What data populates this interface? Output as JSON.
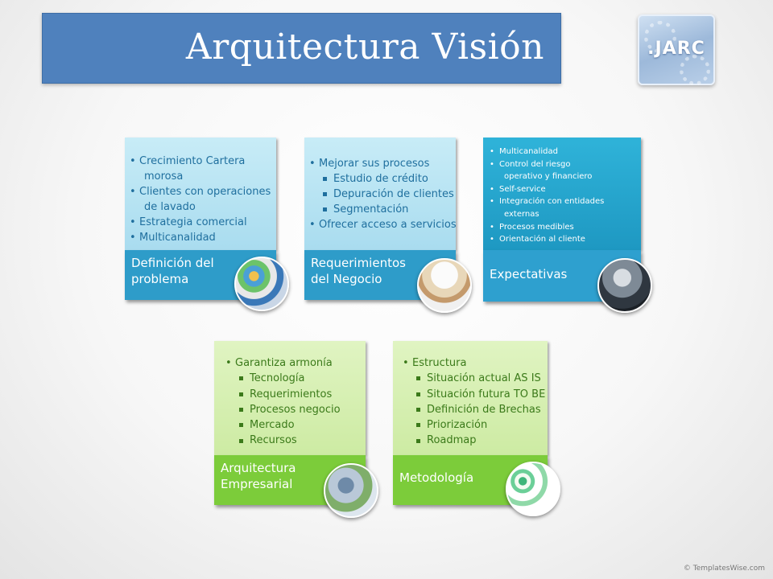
{
  "title": "Arquitectura Visión",
  "logo_text": ".JARC",
  "cards": [
    {
      "header": [
        "Definición del",
        "problema"
      ],
      "items": [
        {
          "level": 1,
          "text": "Crecimiento Cartera"
        },
        {
          "level": 0,
          "text": "morosa"
        },
        {
          "level": 1,
          "text": "Clientes con operaciones"
        },
        {
          "level": 0,
          "text": "de lavado"
        },
        {
          "level": 1,
          "text": "Estrategia comercial"
        },
        {
          "level": 1,
          "text": "Multicanalidad"
        }
      ]
    },
    {
      "header": [
        "Requerimientos",
        "del Negocio"
      ],
      "items": [
        {
          "level": 1,
          "text": "Mejorar sus procesos"
        },
        {
          "level": 2,
          "text": "Estudio de crédito"
        },
        {
          "level": 2,
          "text": "Depuración de clientes"
        },
        {
          "level": 2,
          "text": "Segmentación"
        },
        {
          "level": 1,
          "text": "Ofrecer acceso a servicios"
        }
      ]
    },
    {
      "header": [
        "Expectativas"
      ],
      "items": [
        {
          "level": 1,
          "text": "Multicanalidad"
        },
        {
          "level": 1,
          "text": "Control del riesgo"
        },
        {
          "level": 0,
          "text": "operativo y financiero"
        },
        {
          "level": 1,
          "text": "Self-service"
        },
        {
          "level": 1,
          "text": "Integración con entidades"
        },
        {
          "level": 0,
          "text": "externas"
        },
        {
          "level": 1,
          "text": "Procesos medibles"
        },
        {
          "level": 1,
          "text": "Orientación al cliente"
        }
      ]
    },
    {
      "header": [
        "Arquitectura",
        "Empresarial"
      ],
      "items": [
        {
          "level": 1,
          "text": "Garantiza armonía"
        },
        {
          "level": 2,
          "text": "Tecnología"
        },
        {
          "level": 2,
          "text": "Requerimientos"
        },
        {
          "level": 2,
          "text": "Procesos negocio"
        },
        {
          "level": 2,
          "text": "Mercado"
        },
        {
          "level": 2,
          "text": "Recursos"
        }
      ]
    },
    {
      "header": [
        "Metodología"
      ],
      "items": [
        {
          "level": 1,
          "text": "Estructura"
        },
        {
          "level": 2,
          "text": "Situación actual AS IS"
        },
        {
          "level": 2,
          "text": "Situación futura TO BE"
        },
        {
          "level": 2,
          "text": "Definición de Brechas"
        },
        {
          "level": 2,
          "text": "Priorización"
        },
        {
          "level": 2,
          "text": "Roadmap"
        }
      ]
    }
  ],
  "footer": "© TemplatesWise.com",
  "colors": {
    "title_bar": "#4f81bd",
    "blue_card_top": "#b3e3f2",
    "blue_card_bottom": "#2e9cc9",
    "blue_text": "#1f6f9e",
    "green_card_top": "#d8f0b2",
    "green_card_bottom": "#7ccc3a",
    "green_text": "#3b7a1a"
  }
}
